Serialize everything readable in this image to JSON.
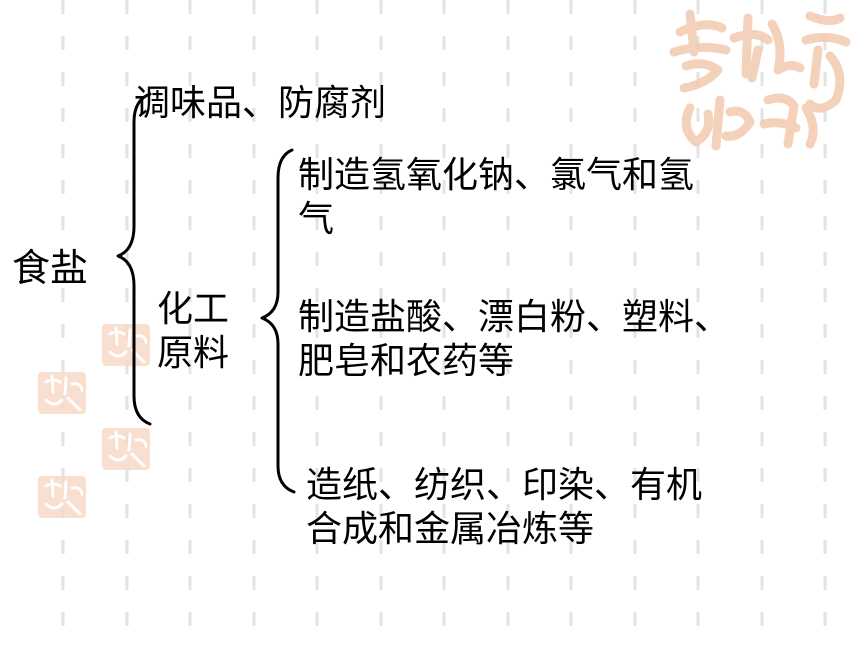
{
  "diagram": {
    "root": "食盐",
    "use_seasoning": "调味品、防腐剂",
    "chem_material_line1": "化工",
    "chem_material_line2": "原料",
    "products": [
      {
        "line1": "制造氢氧化钠、氯气和氢",
        "line2": "气"
      },
      {
        "line1": "制造盐酸、漂白粉、塑料、",
        "line2": "肥皂和农药等"
      },
      {
        "line1": "造纸、纺织、印染、有机",
        "line2": "合成和金属冶炼等"
      }
    ]
  },
  "decor": {
    "gridline_color": "#e6e6e6",
    "seal_color": "#f3c9ae",
    "seal_icon": "auspicious-seal-icon"
  }
}
